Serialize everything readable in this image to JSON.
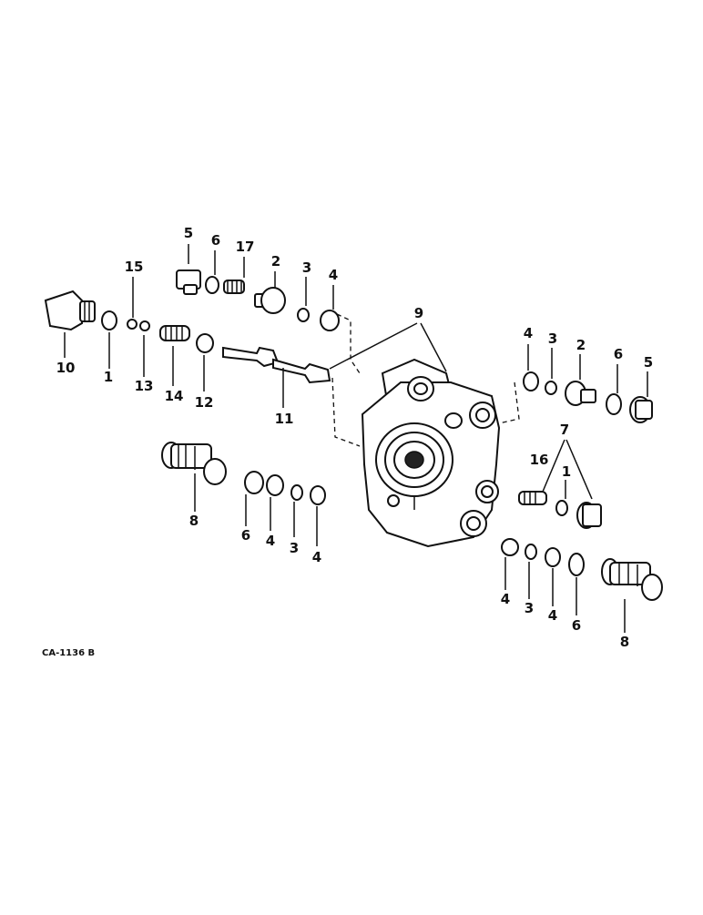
{
  "drawing_ref": "CA-1136 B",
  "callouts": {
    "c5a": "5",
    "c6a": "6",
    "c17": "17",
    "c2a": "2",
    "c3a": "3",
    "c4a": "4",
    "c15": "15",
    "c10": "10",
    "c1a": "1",
    "c13": "13",
    "c14": "14",
    "c12": "12",
    "c11": "11",
    "c9": "9",
    "c4b": "4",
    "c3b": "3",
    "c2b": "2",
    "c6b": "6",
    "c5b": "5",
    "c8a": "8",
    "c6c": "6",
    "c4c": "4",
    "c3c": "3",
    "c4d": "4",
    "c7": "7",
    "c16": "16",
    "c1b": "1",
    "c4e": "4",
    "c3d": "3",
    "c4f": "4",
    "c6d": "6",
    "c8b": "8"
  }
}
